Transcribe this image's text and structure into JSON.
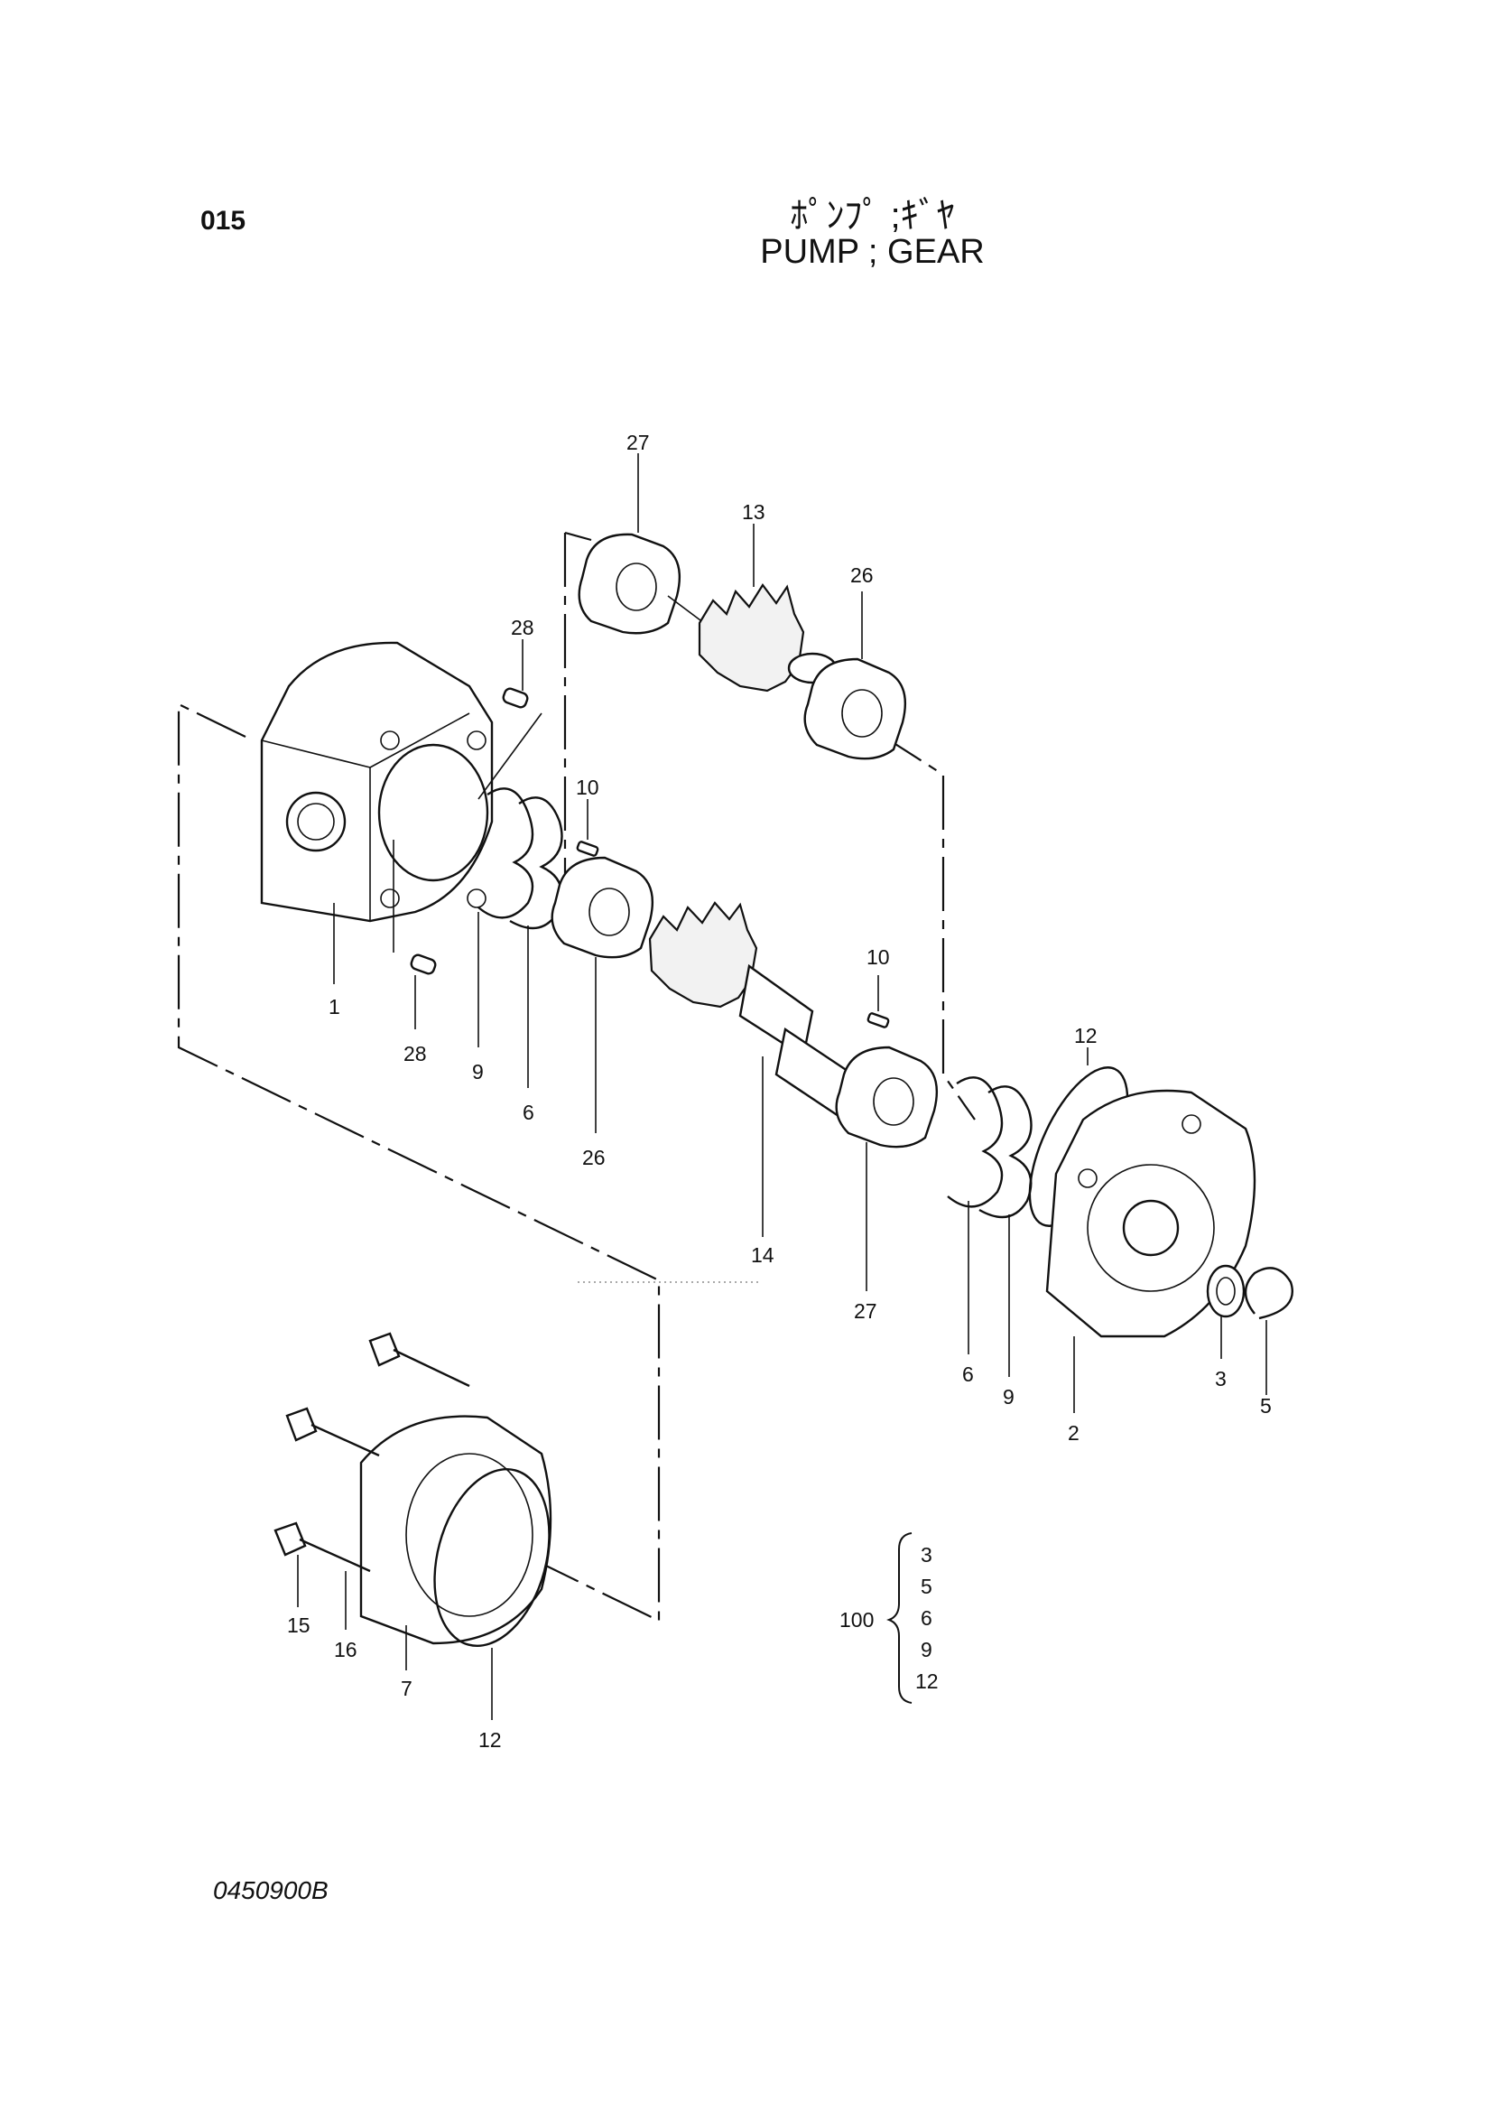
{
  "header": {
    "page_number": "015",
    "title_jp": "ﾎﾟﾝﾌﾟ ;ｷﾞﾔ",
    "title_en": "PUMP ; GEAR"
  },
  "footer": {
    "drawing_code": "0450900B"
  },
  "callouts": [
    "27",
    "13",
    "26",
    "28",
    "10",
    "1",
    "28",
    "9",
    "6",
    "26",
    "10",
    "14",
    "27",
    "12",
    "6",
    "9",
    "2",
    "3",
    "5",
    "15",
    "16",
    "7",
    "12"
  ],
  "kit": {
    "number": "100",
    "items": [
      "3",
      "5",
      "6",
      "9",
      "12"
    ]
  }
}
